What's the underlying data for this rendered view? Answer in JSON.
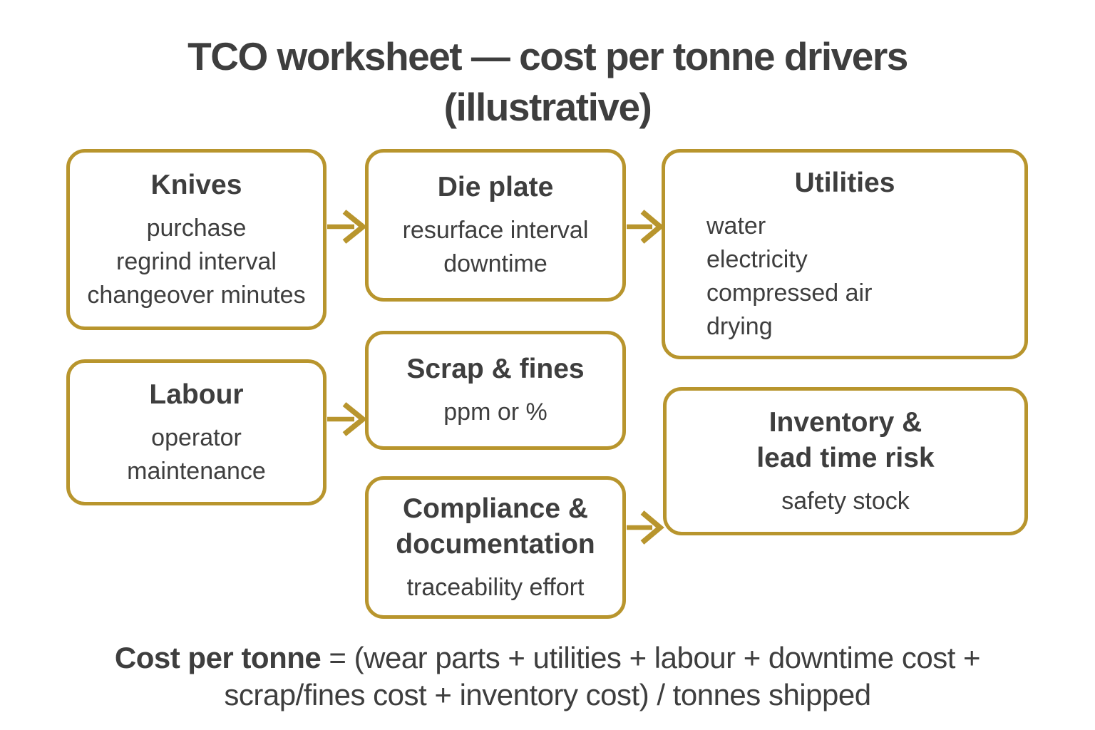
{
  "colors": {
    "accent_gold": "#B8952D",
    "text_dark": "#3E3E3E",
    "background": "#FFFFFF"
  },
  "title": {
    "line1": "TCO worksheet — cost per tonne drivers",
    "line2": "(illustrative)"
  },
  "boxes": [
    {
      "title": "Knives",
      "items": [
        "purchase",
        "regrind interval",
        "changeover minutes"
      ]
    },
    {
      "title": "Die plate",
      "items": [
        "resurface interval",
        "downtime"
      ]
    },
    {
      "title": "Utilities",
      "items": [
        "water",
        "electricity",
        "compressed air",
        "drying"
      ]
    },
    {
      "title": "Labour",
      "items": [
        "operator",
        "maintenance"
      ]
    },
    {
      "title": "Scrap & fines",
      "items": [
        "ppm or %"
      ]
    },
    {
      "title": "Compliance &\ndocumentation",
      "items": [
        "traceability effort"
      ]
    },
    {
      "title": "Inventory &\nlead time risk",
      "items": [
        "safety stock"
      ]
    }
  ],
  "arrows": [
    {
      "from": "Knives",
      "to": "Die plate"
    },
    {
      "from": "Die plate",
      "to": "Utilities"
    },
    {
      "from": "Labour",
      "to": "Scrap & fines"
    },
    {
      "from": "Compliance & documentation",
      "to": "Inventory & lead time risk"
    }
  ],
  "formula": {
    "bold": "Cost per tonne",
    "line1_rest": " = (wear parts + utilities + labour + downtime cost +",
    "line2": "scrap/fines cost + inventory cost) / tonnes shipped"
  }
}
